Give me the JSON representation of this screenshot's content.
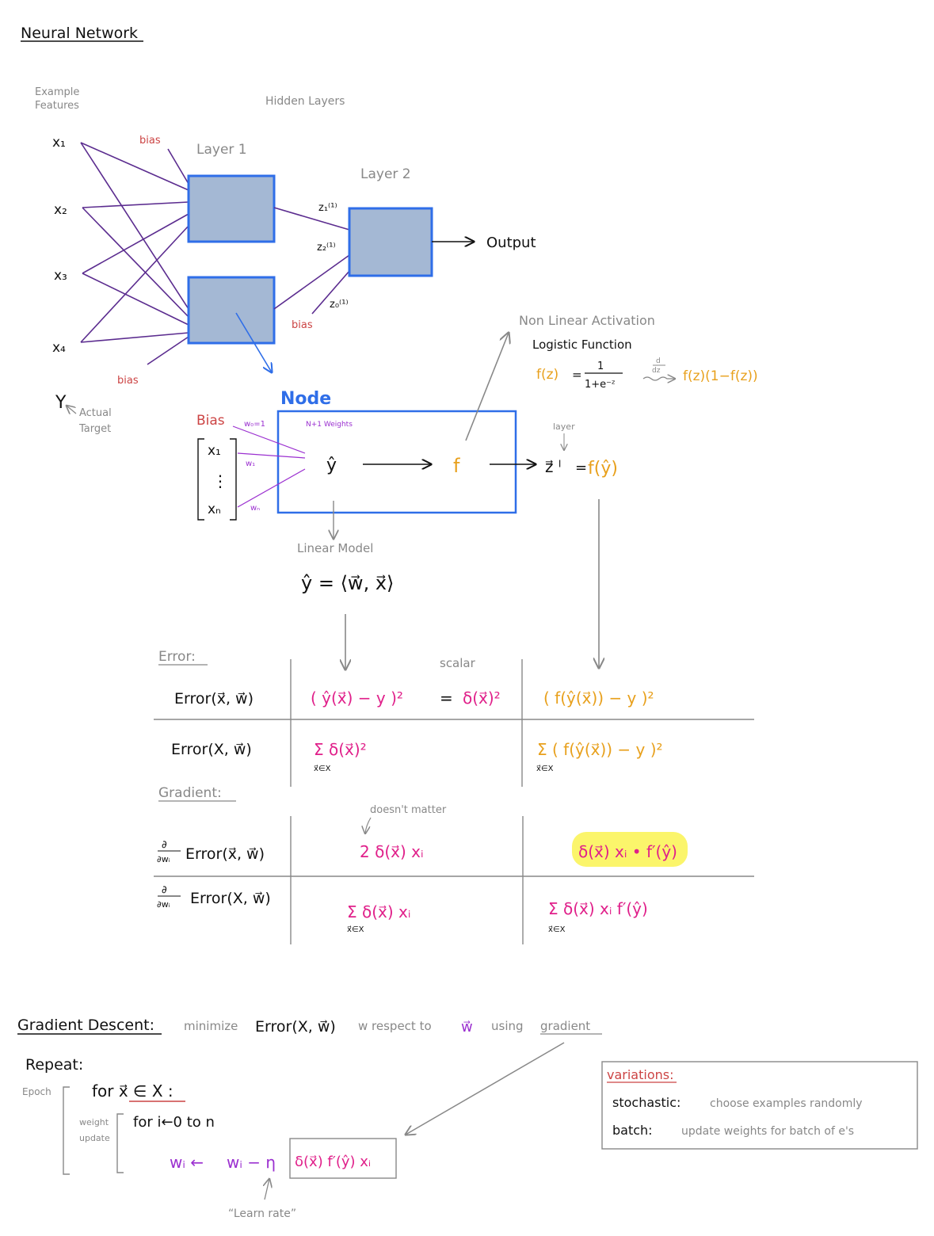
{
  "colors": {
    "ink": "#111111",
    "gray": "#888888",
    "purple": "#5b2c8f",
    "violet": "#9b30d0",
    "magenta": "#e0208a",
    "orange": "#e8a01c",
    "red": "#cc4444",
    "blue": "#2f6ee8",
    "node_fill": "#a4b8d4",
    "highlight": "#fbf56b"
  },
  "network": {
    "title": "Neural Network",
    "features_label_1": "Example",
    "features_label_2": "Features",
    "hidden_layers": "Hidden Layers",
    "layer1": "Layer 1",
    "layer2": "Layer 2",
    "x1": "x₁",
    "x2": "x₂",
    "x3": "x₃",
    "x4": "x₄",
    "y": "Y",
    "actual_target_1": "Actual",
    "actual_target_2": "Target",
    "bias_top": "bias",
    "bias_bottom": "bias",
    "bias_l2": "bias",
    "z1": "z₁⁽¹⁾",
    "z2": "z₂⁽¹⁾",
    "z0": "z₀⁽¹⁾",
    "output": "Output"
  },
  "activation": {
    "title": "Non Linear Activation",
    "logistic": "Logistic Function",
    "fz": "f(z)",
    "eq": "=",
    "num": "1",
    "den": "1+e⁻ᶻ",
    "ddz_num": "d",
    "ddz_den": "dz",
    "deriv": "f(z)(1−f(z))"
  },
  "node": {
    "title": "Node",
    "bias": "Bias",
    "w0": "w₀=1",
    "n1weights": "N+1 Weights",
    "x1": "x₁",
    "dots": "⋮",
    "xn": "xₙ",
    "w1": "w₁",
    "wn": "wₙ",
    "yhat": "ŷ",
    "f": "f",
    "layer": "layer",
    "zl": "z⃗ ˡ",
    "eq": "=",
    "fyhat": "f(ŷ)",
    "linear_model": "Linear Model",
    "linear_eq": "ŷ = ⟨w⃗, x⃗⟩"
  },
  "error": {
    "heading": "Error:",
    "scalar": "scalar",
    "row1_label": "Error(x⃗, w⃗)",
    "row1_c1_a": "( ŷ(x⃗) − y )²",
    "row1_c1_b": "=",
    "row1_c1_c": "δ(x⃗)²",
    "row1_c2": "( f(ŷ(x⃗)) − y )²",
    "row2_label": "Error(X, w⃗)",
    "row2_c1": "Σ δ(x⃗)²",
    "row2_c1_sub": "x⃗∈X",
    "row2_c2": "Σ ( f(ŷ(x⃗)) − y )²",
    "row2_c2_sub": "x⃗∈X"
  },
  "gradient": {
    "heading": "Gradient:",
    "doesnt_matter": "doesn't matter",
    "partial": "∂",
    "partial_den": "∂wᵢ",
    "row1_label": "Error(x⃗, w⃗)",
    "row1_c1": "2 δ(x⃗) xᵢ",
    "row1_c2": "δ(x⃗) xᵢ • f′(ŷ)",
    "row2_label": "Error(X, w⃗)",
    "row2_c1": "Σ δ(x⃗) xᵢ",
    "row2_c1_sub": "x⃗∈X",
    "row2_c2": "Σ δ(x⃗) xᵢ f′(ŷ)",
    "row2_c2_sub": "x⃗∈X"
  },
  "descent": {
    "title": "Gradient Descent:",
    "desc_a": "minimize",
    "desc_b": "Error(X, w⃗)",
    "desc_c": "w respect to",
    "desc_d": "w⃗",
    "desc_e": "using",
    "desc_f": "gradient",
    "repeat": "Repeat:",
    "epoch": "Epoch",
    "for_x": "for x⃗ ∈ X :",
    "weight_update_1": "weight",
    "weight_update_2": "update",
    "for_i": "for i←0 to n",
    "update_lhs": "wᵢ ←",
    "update_mid": "wᵢ − η",
    "update_box": "δ(x⃗) f′(ŷ) xᵢ",
    "learn_rate": "“Learn rate”"
  },
  "variations": {
    "title": "variations:",
    "stochastic_label": "stochastic:",
    "stochastic_text": "choose examples randomly",
    "batch_label": "batch:",
    "batch_text": "update weights for batch of e's"
  }
}
